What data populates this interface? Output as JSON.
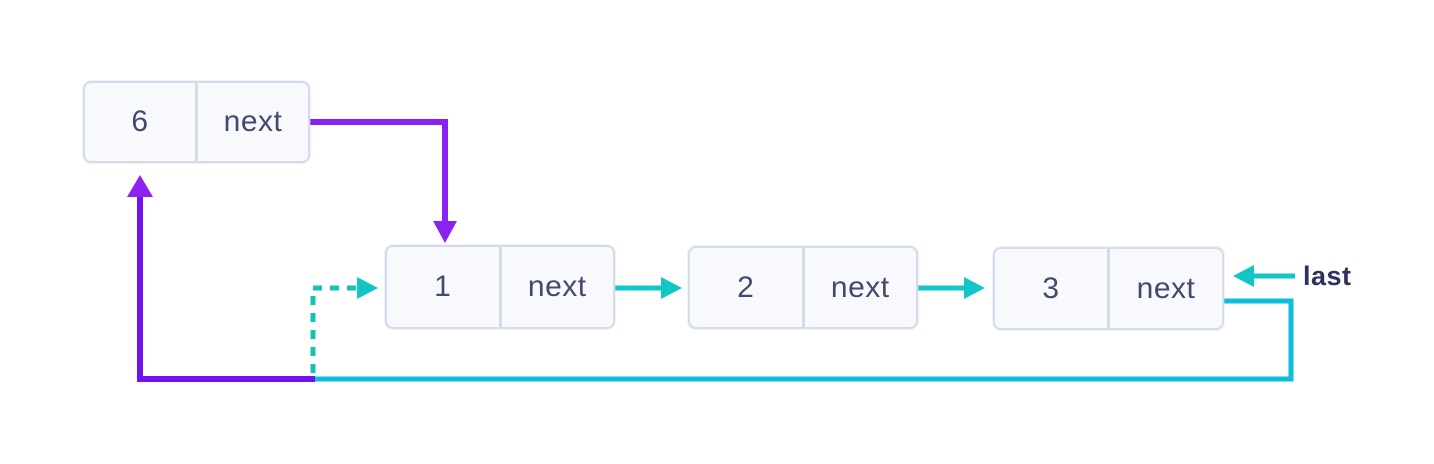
{
  "nodes": [
    {
      "id": "node-6",
      "value": "6",
      "pointer_label": "next"
    },
    {
      "id": "node-1",
      "value": "1",
      "pointer_label": "next"
    },
    {
      "id": "node-2",
      "value": "2",
      "pointer_label": "next"
    },
    {
      "id": "node-3",
      "value": "3",
      "pointer_label": "next"
    }
  ],
  "labels": {
    "last_pointer": "last"
  },
  "colors": {
    "arrow_purple": "#8b22f2",
    "arrow_purple_deep": "#7311ec",
    "arrow_teal": "#12c5c6",
    "arrow_cyan": "#0cbfdd",
    "arrow_teal_dashed": "#15c3b4",
    "node_fill": "#f8f9fd",
    "node_border": "#d4dbe9",
    "node_text": "#474870",
    "label_text": "#2e3060"
  }
}
